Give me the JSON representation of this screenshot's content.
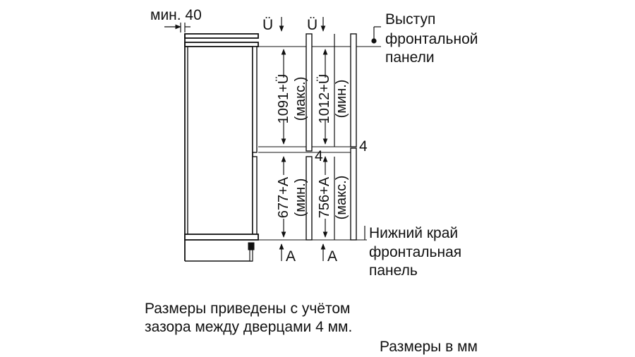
{
  "dimensions": {
    "min_clearance": "мин. 40",
    "gap_symbol_left": "Ü",
    "gap_symbol_right": "Ü",
    "upper_left": "1091+Ü",
    "upper_left_note": "(макс.)",
    "upper_right": "1012+Ü",
    "upper_right_note": "(мин.)",
    "lower_left": "677+A",
    "lower_left_note": "(мин.)",
    "lower_right": "756+A",
    "lower_right_note": "(макс.)",
    "door_gap_left": "4",
    "door_gap_right": "4",
    "bottom_symbol_left": "A",
    "bottom_symbol_right": "A"
  },
  "callouts": {
    "front_panel_overhang": [
      "Выступ",
      "фронтальной",
      "панели"
    ],
    "front_panel_bottom_edge": [
      "Нижний край",
      "фронтальная",
      "панель"
    ]
  },
  "notes": {
    "gap_note_line1": "Размеры приведены с учётом",
    "gap_note_line2": "зазора между дверцами 4 мм.",
    "units": "Размеры в мм"
  }
}
